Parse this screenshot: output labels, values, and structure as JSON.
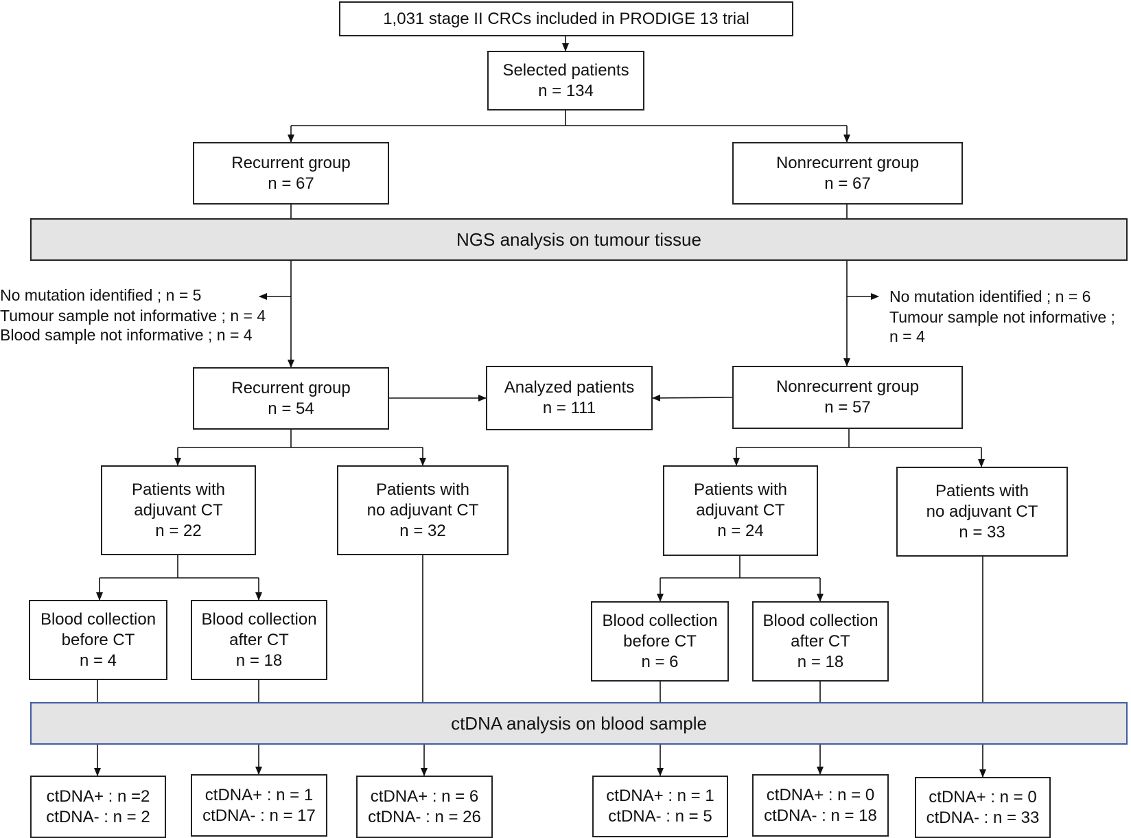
{
  "top": {
    "trial": "1,031 stage II CRCs included in PRODIGE 13 trial"
  },
  "selected": {
    "title": "Selected patients",
    "n": "n = 134"
  },
  "recurrent1": {
    "title": "Recurrent group",
    "n": "n = 67"
  },
  "nonrecurrent1": {
    "title": "Nonrecurrent group",
    "n": "n = 67"
  },
  "ngs": {
    "label": "NGS analysis on tumour tissue"
  },
  "excl_left": {
    "lines": [
      "No mutation identified ; n = 5",
      "Tumour sample not informative ; n = 4",
      "Blood sample not informative ; n = 4"
    ]
  },
  "excl_right": {
    "lines": [
      "No mutation identified ; n = 6",
      "Tumour sample not informative ;",
      "n = 4"
    ]
  },
  "recurrent2": {
    "title": "Recurrent group",
    "n": "n = 54"
  },
  "analyzed": {
    "title": "Analyzed patients",
    "n": "n = 111"
  },
  "nonrecurrent2": {
    "title": "Nonrecurrent group",
    "n": "n = 57"
  },
  "rec_adj": {
    "l1": "Patients with",
    "l2": "adjuvant CT",
    "n": "n = 22"
  },
  "rec_noadj": {
    "l1": "Patients with",
    "l2": "no adjuvant CT",
    "n": "n = 32"
  },
  "non_adj": {
    "l1": "Patients with",
    "l2": "adjuvant CT",
    "n": "n = 24"
  },
  "non_noadj": {
    "l1": "Patients with",
    "l2": "no adjuvant CT",
    "n": "n = 33"
  },
  "rec_before": {
    "l1": "Blood collection",
    "l2": "before CT",
    "n": "n = 4"
  },
  "rec_after": {
    "l1": "Blood collection",
    "l2": "after CT",
    "n": "n = 18"
  },
  "non_before": {
    "l1": "Blood collection",
    "l2": "before CT",
    "n": "n = 6"
  },
  "non_after": {
    "l1": "Blood collection",
    "l2": "after CT",
    "n": "n = 18"
  },
  "ctdna": {
    "label": "ctDNA analysis on blood sample"
  },
  "results": [
    {
      "pos": "ctDNA+ : n =2",
      "neg": "ctDNA- : n = 2"
    },
    {
      "pos": "ctDNA+ : n = 1",
      "neg": "ctDNA- : n = 17"
    },
    {
      "pos": "ctDNA+ : n = 6",
      "neg": "ctDNA- : n = 26"
    },
    {
      "pos": "ctDNA+ : n = 1",
      "neg": "ctDNA- : n = 5"
    },
    {
      "pos": "ctDNA+ : n = 0",
      "neg": "ctDNA- : n = 18"
    },
    {
      "pos": "ctDNA+ : n = 0",
      "neg": "ctDNA- : n = 33"
    }
  ]
}
